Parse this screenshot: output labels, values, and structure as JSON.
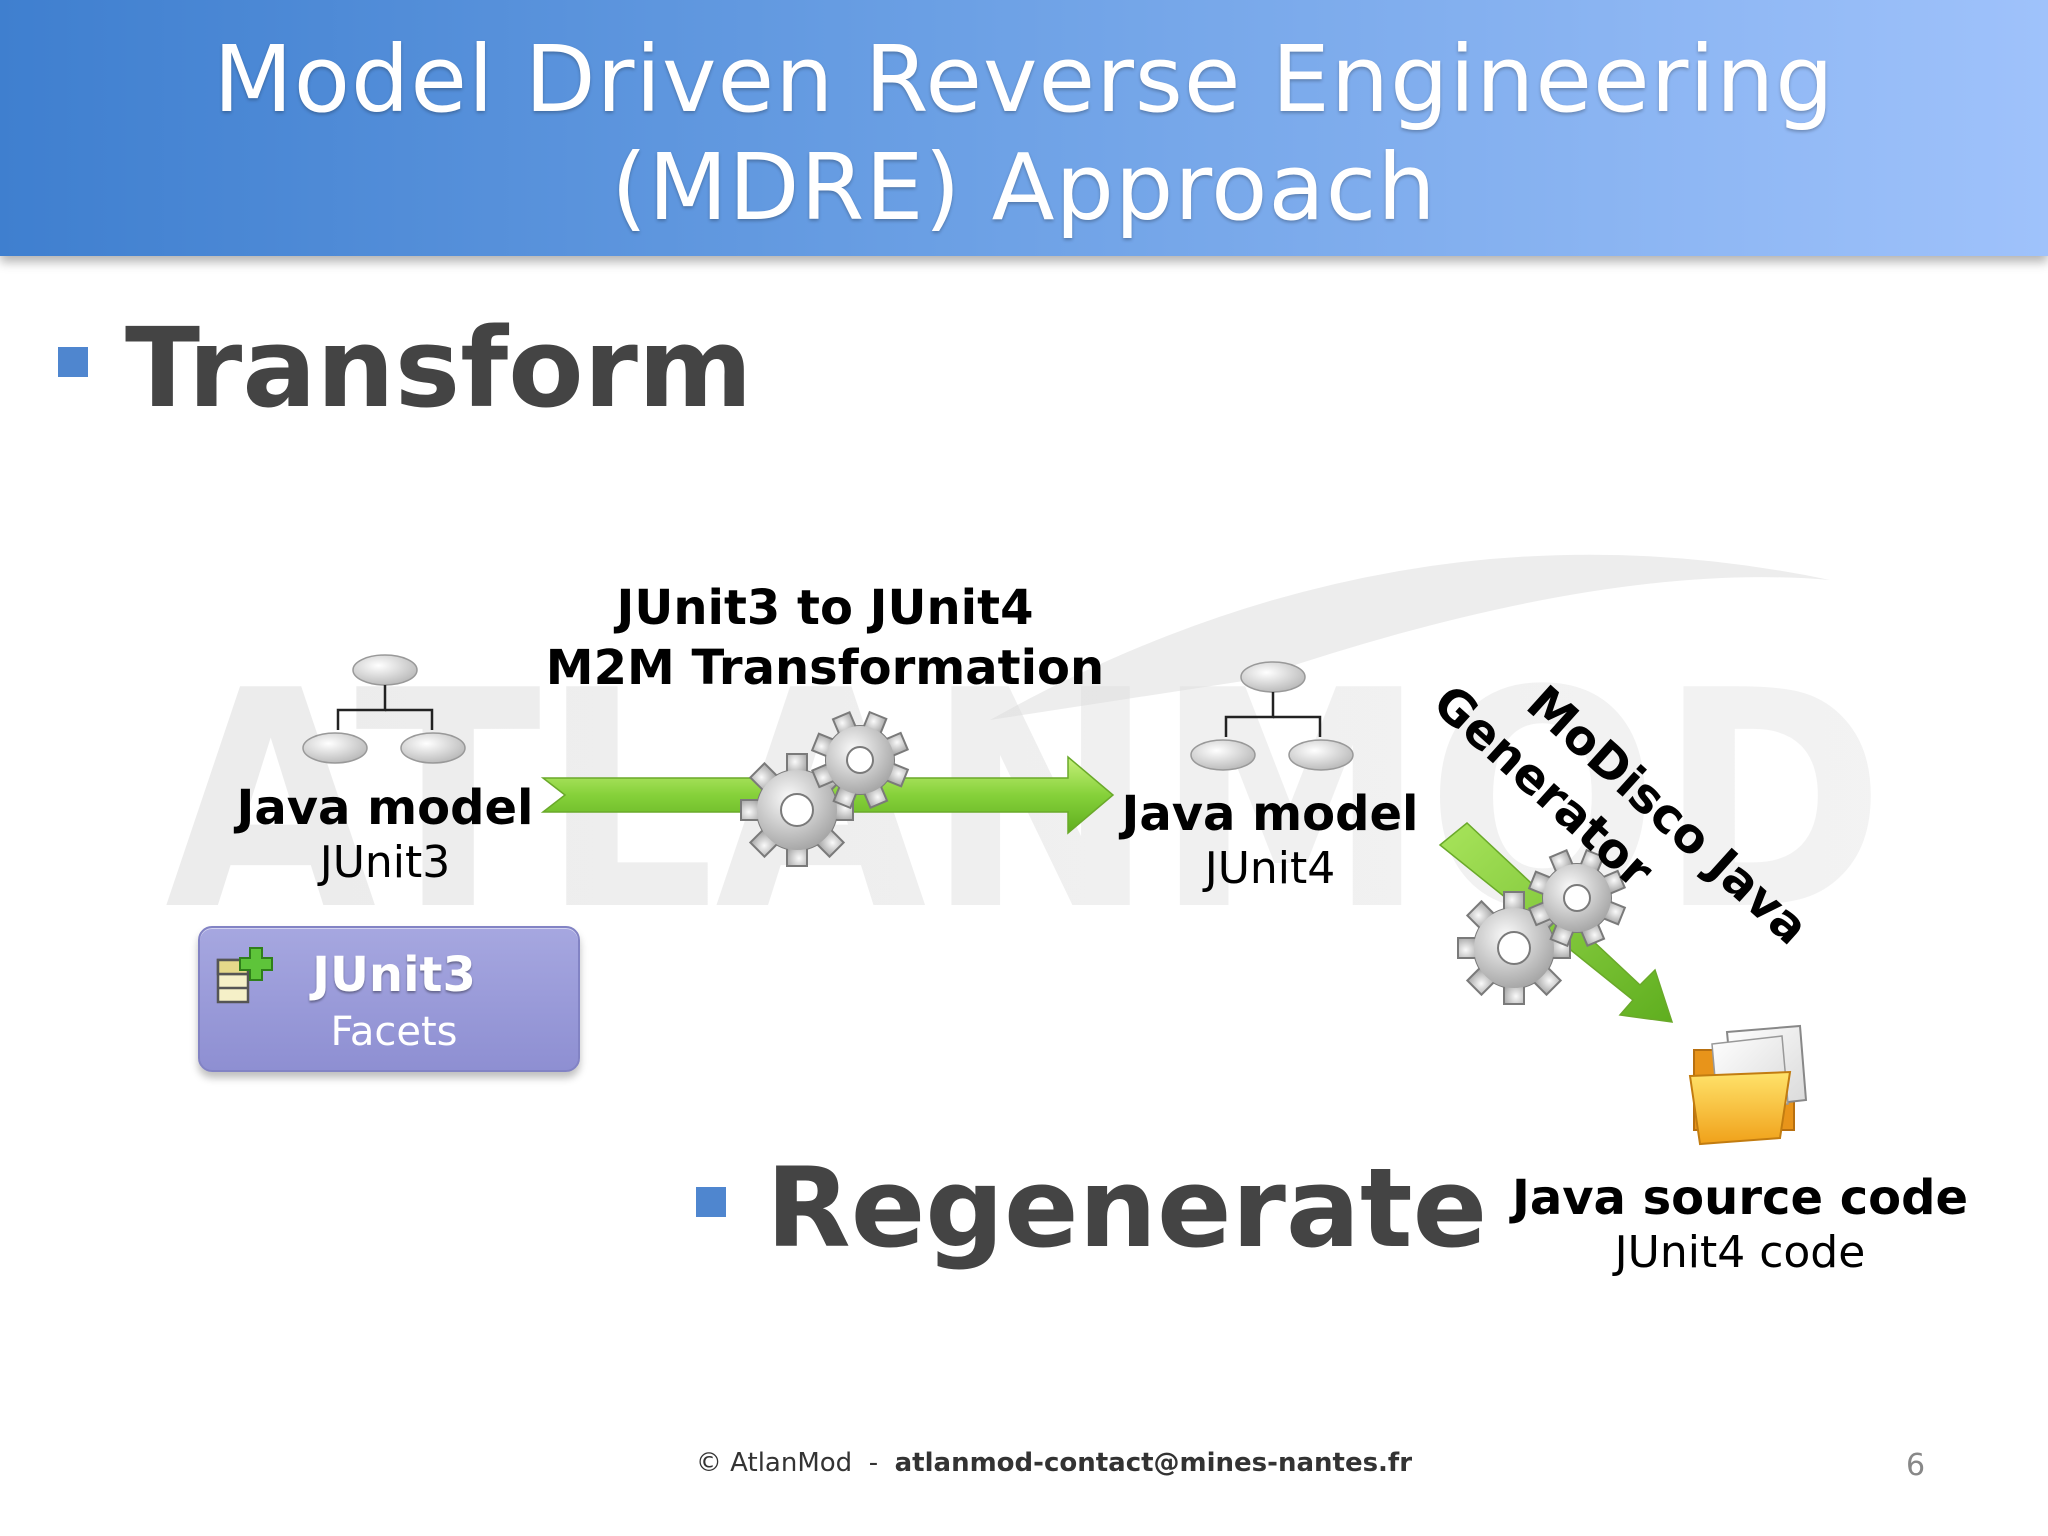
{
  "title": {
    "line1": "Model Driven Reverse Engineering",
    "line2": "(MDRE) Approach"
  },
  "bullets": {
    "transform": "Transform",
    "regenerate": "Regenerate"
  },
  "watermark": "ATLANMOD",
  "nodes": {
    "java_model_junit3": {
      "title": "Java model",
      "subtitle": "JUnit3"
    },
    "java_model_junit4": {
      "title": "Java model",
      "subtitle": "JUnit4"
    },
    "java_source": {
      "title": "Java source code",
      "subtitle": "JUnit4 code"
    }
  },
  "transformation": {
    "line1": "JUnit3 to JUnit4",
    "line2": "M2M Transformation"
  },
  "generator": {
    "line1": "MoDisco Java",
    "line2": "Generator"
  },
  "facets": {
    "title": "JUnit3",
    "subtitle": "Facets"
  },
  "footer": {
    "copyright": "© AtlanMod",
    "separator": "-",
    "email": "atlanmod-contact@mines-nantes.fr",
    "page_number": "6"
  },
  "colors": {
    "title_gradient_start": "#3f7fcf",
    "title_gradient_end": "#9fc2fb",
    "bullet": "#4f86cf",
    "arrow_green": "#86d13a",
    "facets_purple": "#9b9cdb"
  },
  "icons": [
    "model-tree-icon",
    "gears-icon",
    "folder-icon",
    "facets-table-icon"
  ]
}
